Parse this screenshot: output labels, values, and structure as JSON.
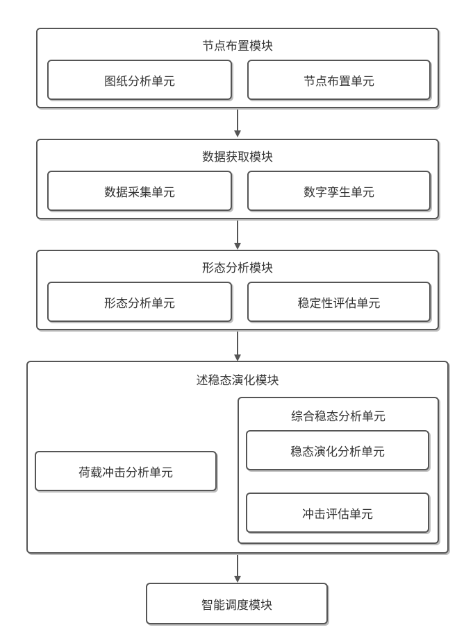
{
  "modules": {
    "node_layout": {
      "title": "节点布置模块",
      "units": [
        "图纸分析单元",
        "节点布置单元"
      ]
    },
    "data_acquisition": {
      "title": "数据获取模块",
      "units": [
        "数据采集单元",
        "数字孪生单元"
      ]
    },
    "morphology": {
      "title": "形态分析模块",
      "units": [
        "形态分析单元",
        "稳定性评估单元"
      ]
    },
    "steady_state": {
      "title": "述稳态演化模块",
      "load_unit": "荷载冲击分析单元",
      "composite": {
        "title": "综合稳态分析单元",
        "units": [
          "稳态演化分析单元",
          "冲击评估单元"
        ]
      }
    },
    "scheduling": {
      "title": "智能调度模块"
    }
  }
}
